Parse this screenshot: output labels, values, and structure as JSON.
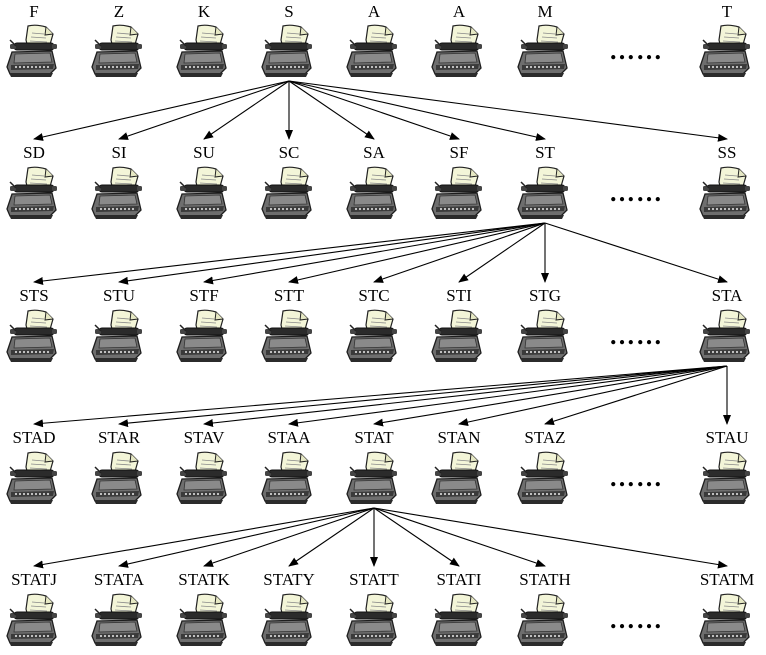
{
  "ellipsis": "……",
  "rows": [
    {
      "labels": [
        "F",
        "Z",
        "K",
        "S",
        "A",
        "A",
        "M",
        "T"
      ]
    },
    {
      "labels": [
        "SD",
        "SI",
        "SU",
        "SC",
        "SA",
        "SF",
        "ST",
        "SS"
      ]
    },
    {
      "labels": [
        "STS",
        "STU",
        "STF",
        "STT",
        "STC",
        "STI",
        "STG",
        "STA"
      ]
    },
    {
      "labels": [
        "STAD",
        "STAR",
        "STAV",
        "STAA",
        "STAT",
        "STAN",
        "STAZ",
        "STAU"
      ]
    },
    {
      "labels": [
        "STATJ",
        "STATA",
        "STATK",
        "STATY",
        "STATT",
        "STATI",
        "STATH",
        "STATM"
      ]
    }
  ],
  "expanded_node": [
    "S",
    "ST",
    "STA",
    "STAT"
  ],
  "colors": {
    "typewriter_body": "#6e6e6e",
    "typewriter_dark": "#2b2b2b",
    "paper": "#f3f5d8",
    "arrow": "#000000"
  },
  "icon": "typewriter-icon"
}
